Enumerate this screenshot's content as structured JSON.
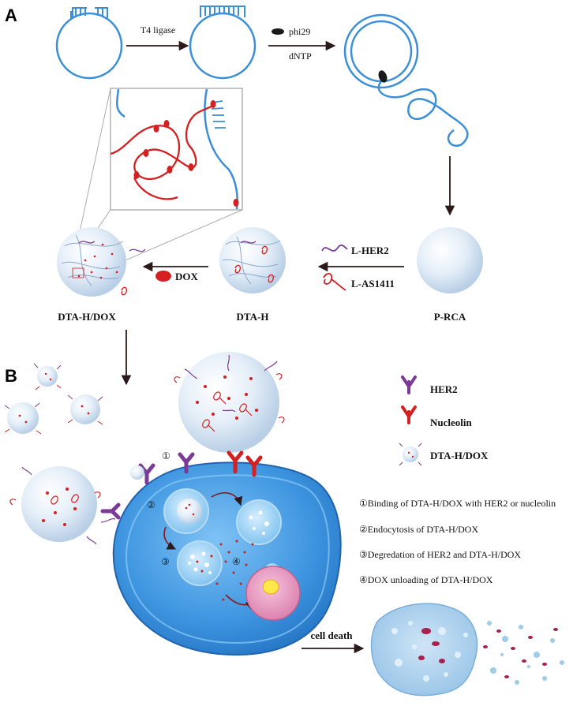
{
  "panels": {
    "a": "A",
    "b": "B"
  },
  "steps": {
    "ligase": "T4 ligase",
    "polymerase": "phi29",
    "dntp": "dNTP",
    "dox": "DOX",
    "cell_death": "cell death"
  },
  "products": {
    "prca": "P-RCA",
    "dtah": "DTA-H",
    "dtahdox": "DTA-H/DOX"
  },
  "ligands": {
    "her2": "L-HER2",
    "as1411": "L-AS1411"
  },
  "legend": {
    "her2": "HER2",
    "nucleolin": "Nucleolin",
    "nanogel": "DTA-H/DOX"
  },
  "stage_markers": [
    "①",
    "②",
    "③",
    "④"
  ],
  "notes": [
    "①Binding of DTA-H/DOX with HER2 or nucleolin",
    "②Endocytosis of DTA-H/DOX",
    "③Degredation of HER2 and DTA-H/DOX",
    "④DOX unloading of DTA-H/DOX"
  ],
  "colors": {
    "dna": "#3b8fd8",
    "dox": "#d42020",
    "her2": "#7a3a96",
    "nucleolin": "#d42020",
    "cell": "#4a9ee6",
    "nucleus": "#e79ac0",
    "arrow": "#2a1a1a"
  }
}
